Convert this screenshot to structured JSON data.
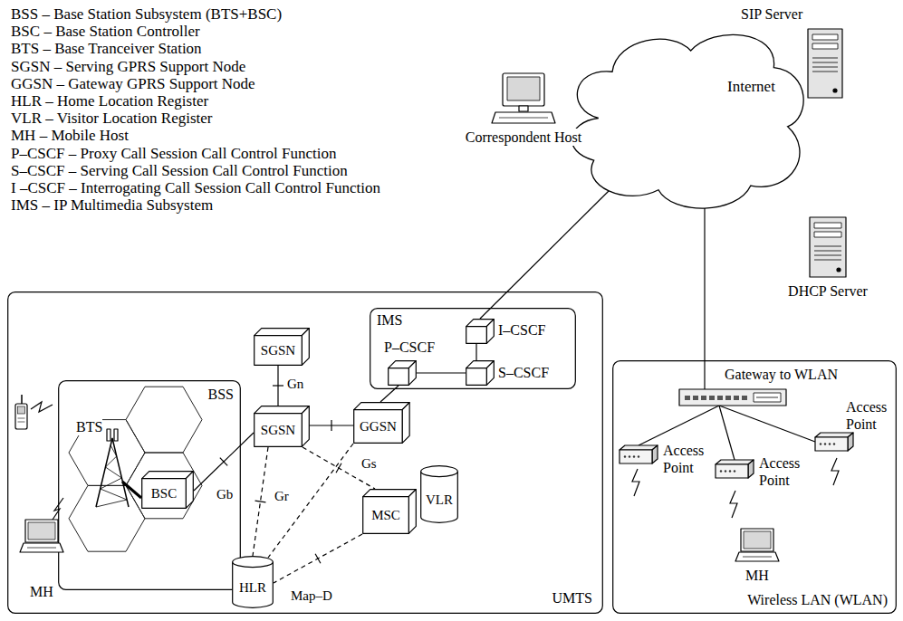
{
  "diagram": {
    "nodes": [
      {
        "text": [
          "Internet"
        ]
      },
      {
        "text": [
          "Correspondent Host"
        ]
      },
      {
        "text": [
          "SIP Server"
        ]
      },
      {
        "text": [
          "DHCP Server"
        ]
      },
      {
        "text": [
          "UMTS"
        ]
      },
      {
        "text": [
          "IMS"
        ],
        "in": 4
      },
      {
        "text": [
          "I–CSCF"
        ],
        "in": 5
      },
      {
        "text": [
          "P–CSCF"
        ],
        "in": 5
      },
      {
        "text": [
          "S–CSCF"
        ],
        "in": 5
      },
      {
        "text": [
          "BSS"
        ],
        "in": 4
      },
      {
        "text": [
          "BTS"
        ],
        "in": 9
      },
      {
        "text": [
          "BSC"
        ],
        "in": 9
      },
      {
        "text": [
          "MH"
        ],
        "in": 4
      },
      {
        "text": [
          "SGSN"
        ],
        "in": 4
      },
      {
        "text": [
          "SGSN"
        ],
        "in": 4
      },
      {
        "text": [
          "GGSN"
        ],
        "in": 4
      },
      {
        "text": [
          "MSC"
        ],
        "in": 4
      },
      {
        "text": [
          "VLR"
        ],
        "in": 4
      },
      {
        "text": [
          "HLR"
        ],
        "in": 4
      },
      {
        "text": [
          "Wireless LAN (WLAN)"
        ]
      },
      {
        "text": [
          "Gateway to WLAN"
        ],
        "in": 19
      },
      {
        "text": [
          "Access Point"
        ],
        "in": 19
      },
      {
        "text": [
          "Access Point"
        ],
        "in": 19
      },
      {
        "text": [
          "Access Point"
        ],
        "in": 19
      },
      {
        "text": [
          "MH"
        ],
        "in": 19
      }
    ],
    "edges": [
      {
        "from": 0,
        "to": 6,
        "arrow": "none"
      },
      {
        "from": 6,
        "to": 8,
        "arrow": "none"
      },
      {
        "from": 7,
        "to": 8,
        "arrow": "none"
      },
      {
        "from": 7,
        "to": 15,
        "arrow": "none"
      },
      {
        "from": 13,
        "to": 14,
        "label": "Gn",
        "arrow": "none"
      },
      {
        "from": 14,
        "to": 15,
        "arrow": "none"
      },
      {
        "from": 11,
        "to": 14,
        "label": "Gb",
        "arrow": "none"
      },
      {
        "from": 10,
        "to": 11,
        "arrow": "none"
      },
      {
        "from": 14,
        "to": 18,
        "label": "Gr",
        "arrow": "none"
      },
      {
        "from": 14,
        "to": 16,
        "label": "Gs",
        "arrow": "none"
      },
      {
        "from": 15,
        "to": 18,
        "arrow": "none"
      },
      {
        "from": 16,
        "to": 18,
        "label": "Map–D",
        "arrow": "none"
      },
      {
        "from": 0,
        "to": 20,
        "arrow": "none"
      },
      {
        "from": 20,
        "to": 21,
        "arrow": "none"
      },
      {
        "from": 20,
        "to": 22,
        "arrow": "none"
      },
      {
        "from": 20,
        "to": 23,
        "arrow": "none"
      }
    ],
    "labels": [
      "BSS – Base Station Subsystem (BTS+BSC)",
      "BSC – Base Station Controller",
      "BTS – Base Tranceiver Station",
      "SGSN – Serving GPRS Support Node",
      "GGSN – Gateway GPRS Support Node",
      "HLR – Home Location Register",
      "VLR – Visitor Location Register",
      "MH – Mobile Host",
      "P–CSCF – Proxy Call Session Call Control Function",
      "S–CSCF – Serving Call Session Call Control Function",
      "I –CSCF – Interrogating Call Session Call Control Function",
      "IMS – IP Multimedia Subsystem"
    ]
  }
}
